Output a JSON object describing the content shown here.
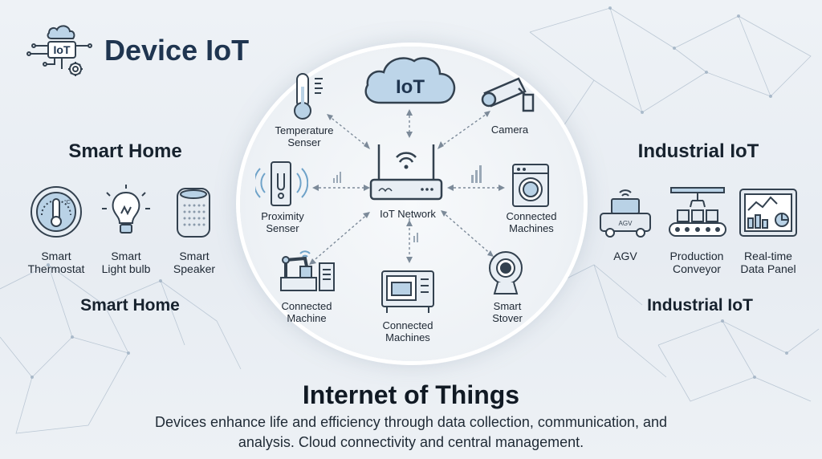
{
  "header": {
    "title": "Device IoT",
    "logo_text": "IoT"
  },
  "smart_home": {
    "title": "Smart Home",
    "items": [
      {
        "label": "Smart\nThermostat",
        "icon": "thermostat-icon"
      },
      {
        "label": "Smart\nLight bulb",
        "icon": "light-bulb-icon"
      },
      {
        "label": "Smart\nSpeaker",
        "icon": "speaker-icon"
      }
    ],
    "footer": "Smart Home"
  },
  "industrial": {
    "title": "Industrial IoT",
    "items": [
      {
        "label": "AGV",
        "icon": "agv-icon",
        "badge": "AGV"
      },
      {
        "label": "Production\nConveyor",
        "icon": "conveyor-icon"
      },
      {
        "label": "Real-time\nData Panel",
        "icon": "data-panel-icon"
      }
    ],
    "footer": "Industrial IoT"
  },
  "network": {
    "cloud_label": "IoT",
    "hub_label": "IoT Network",
    "nodes": {
      "temperature": "Temperature\nSenser",
      "camera": "Camera",
      "proximity": "Proximity\nSenser",
      "machines_right": "Connected\nMachines",
      "machine_left": "Connected\nMachine",
      "machines_bottom": "Connected\nMachines",
      "stove": "Smart\nStover"
    }
  },
  "footer": {
    "title": "Internet of Things",
    "description": "Devices enhance life and efficiency through data collection, communication, and analysis. Cloud connectivity and central management."
  },
  "colors": {
    "accent": "#1f3550",
    "icon_fill": "#b9d2e6",
    "stroke": "#33414f",
    "line": "#8796a6"
  }
}
